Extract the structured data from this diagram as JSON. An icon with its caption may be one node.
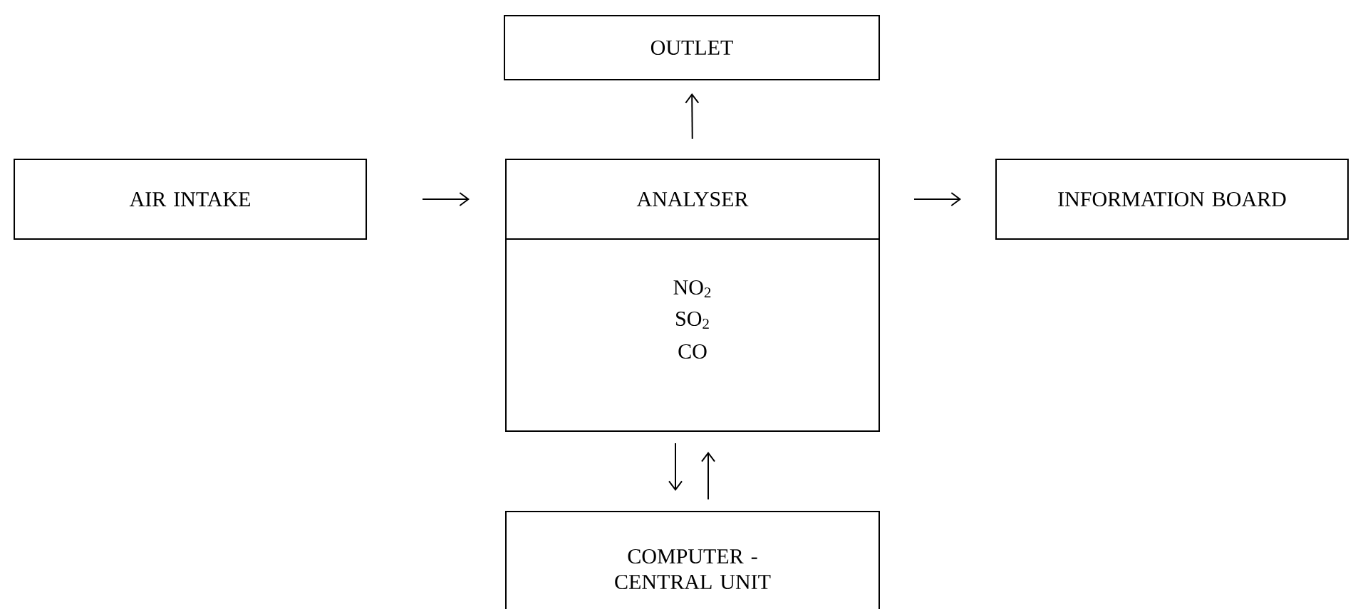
{
  "diagram": {
    "nodes": [
      {
        "text": [
          "OUTLET"
        ]
      },
      {
        "text": [
          "AIR INTAKE"
        ]
      },
      {
        "text": [
          "ANALYSER",
          "NO$_{2}$",
          "SO$_{2}$",
          "CO"
        ]
      },
      {
        "text": [
          "INFORMATION BOARD"
        ]
      },
      {
        "text": [
          "COMPUTER -CENTRAL UNIT"
        ]
      }
    ],
    "edges": [
      {
        "from": 1,
        "to": 2,
        "arrow": "to"
      },
      {
        "from": 2,
        "to": 0,
        "arrow": "to"
      },
      {
        "from": 2,
        "to": 3,
        "arrow": "to"
      },
      {
        "from": 2,
        "to": 4,
        "arrow": "to"
      },
      {
        "from": 4,
        "to": 2,
        "arrow": "to"
      }
    ]
  }
}
